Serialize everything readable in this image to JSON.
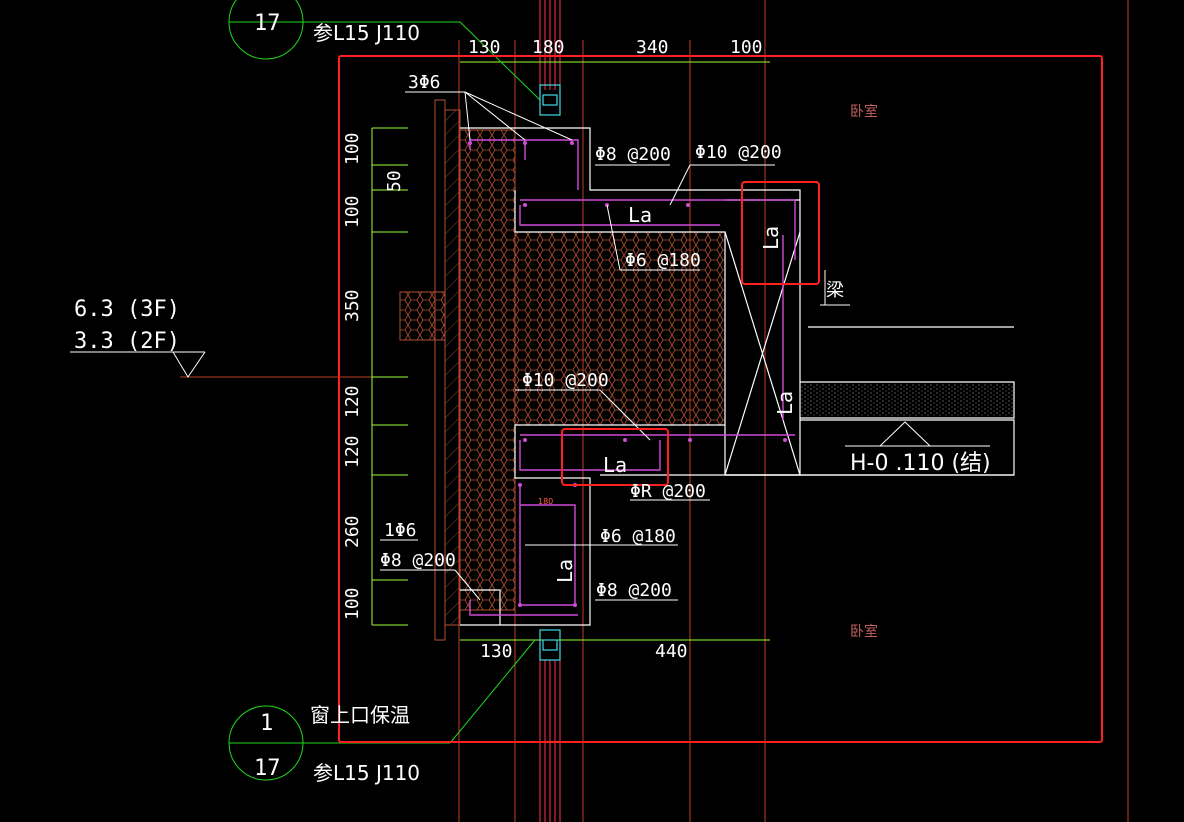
{
  "callout_top": {
    "number": "17",
    "ref": "参L15 J110"
  },
  "callout_bottom": {
    "top": "1",
    "bottom": "17",
    "title": "窗上口保温",
    "ref": "参L15 J110"
  },
  "dims_top": [
    "130",
    "180",
    "340",
    "100"
  ],
  "dims_bottom": [
    "130",
    "440"
  ],
  "dims_left": [
    "100",
    "50",
    "100",
    "350",
    "120",
    "120",
    "260",
    "100"
  ],
  "levels": [
    "6.3 (3F)",
    "3.3 (2F)"
  ],
  "rebar_labels": {
    "top_bars": "3Φ6",
    "stirrup_top": "Φ8 @200",
    "beam_top": "Φ10 @200",
    "tie_top": "Φ6 @180",
    "slab_mid": "Φ10 @200",
    "slab_bottom": "ΦR @200",
    "tie_bottom": "Φ6 @180",
    "stirrup_bottom": "Φ8 @200",
    "single_bar": "1Φ6",
    "stirrup_left": "Φ8 @200"
  },
  "anchor_label": "La",
  "beam_label": "梁",
  "room_label": "卧室",
  "elevation": "H-0 .110 (结)",
  "small_dim": "180",
  "colors": {
    "background": "#000000",
    "highlight": "#ff2020",
    "rebar": "#d04bd8",
    "dimension": "#9aff3a",
    "callout": "#1ed81e",
    "concrete": "#ffffff",
    "insulation": "#b05030",
    "room": "#c06060"
  }
}
